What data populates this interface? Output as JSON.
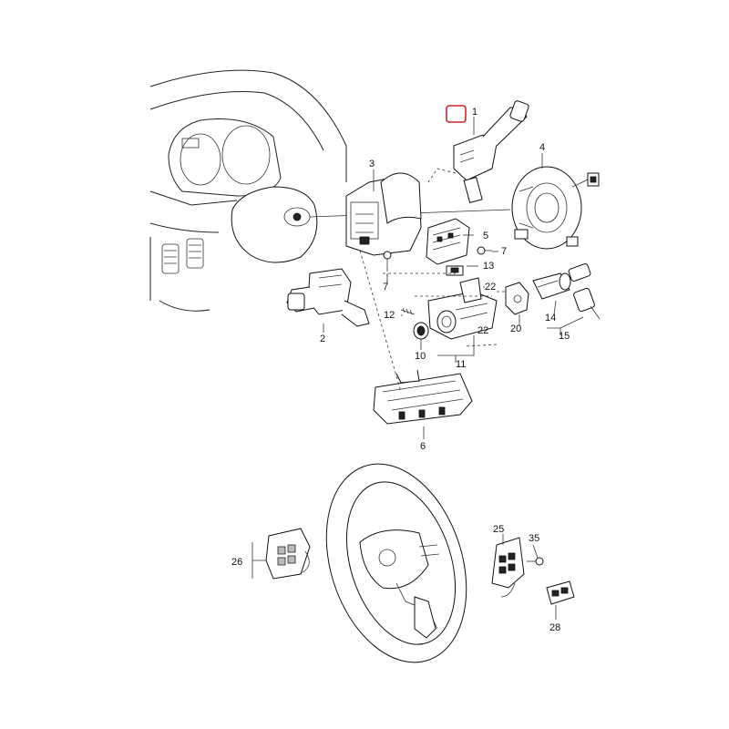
{
  "highlight_color": "#d8232a",
  "callouts": {
    "c1": "1",
    "c2": "2",
    "c3": "3",
    "c4": "4",
    "c5": "5",
    "c6": "6",
    "c7a": "7",
    "c7b": "7",
    "c10": "10",
    "c11": "11",
    "c12": "12",
    "c13": "13",
    "c14": "14",
    "c15": "15",
    "c20": "20",
    "c22a": "22",
    "c22b": "22",
    "c25": "25",
    "c26": "26",
    "c28": "28",
    "c35": "35"
  }
}
